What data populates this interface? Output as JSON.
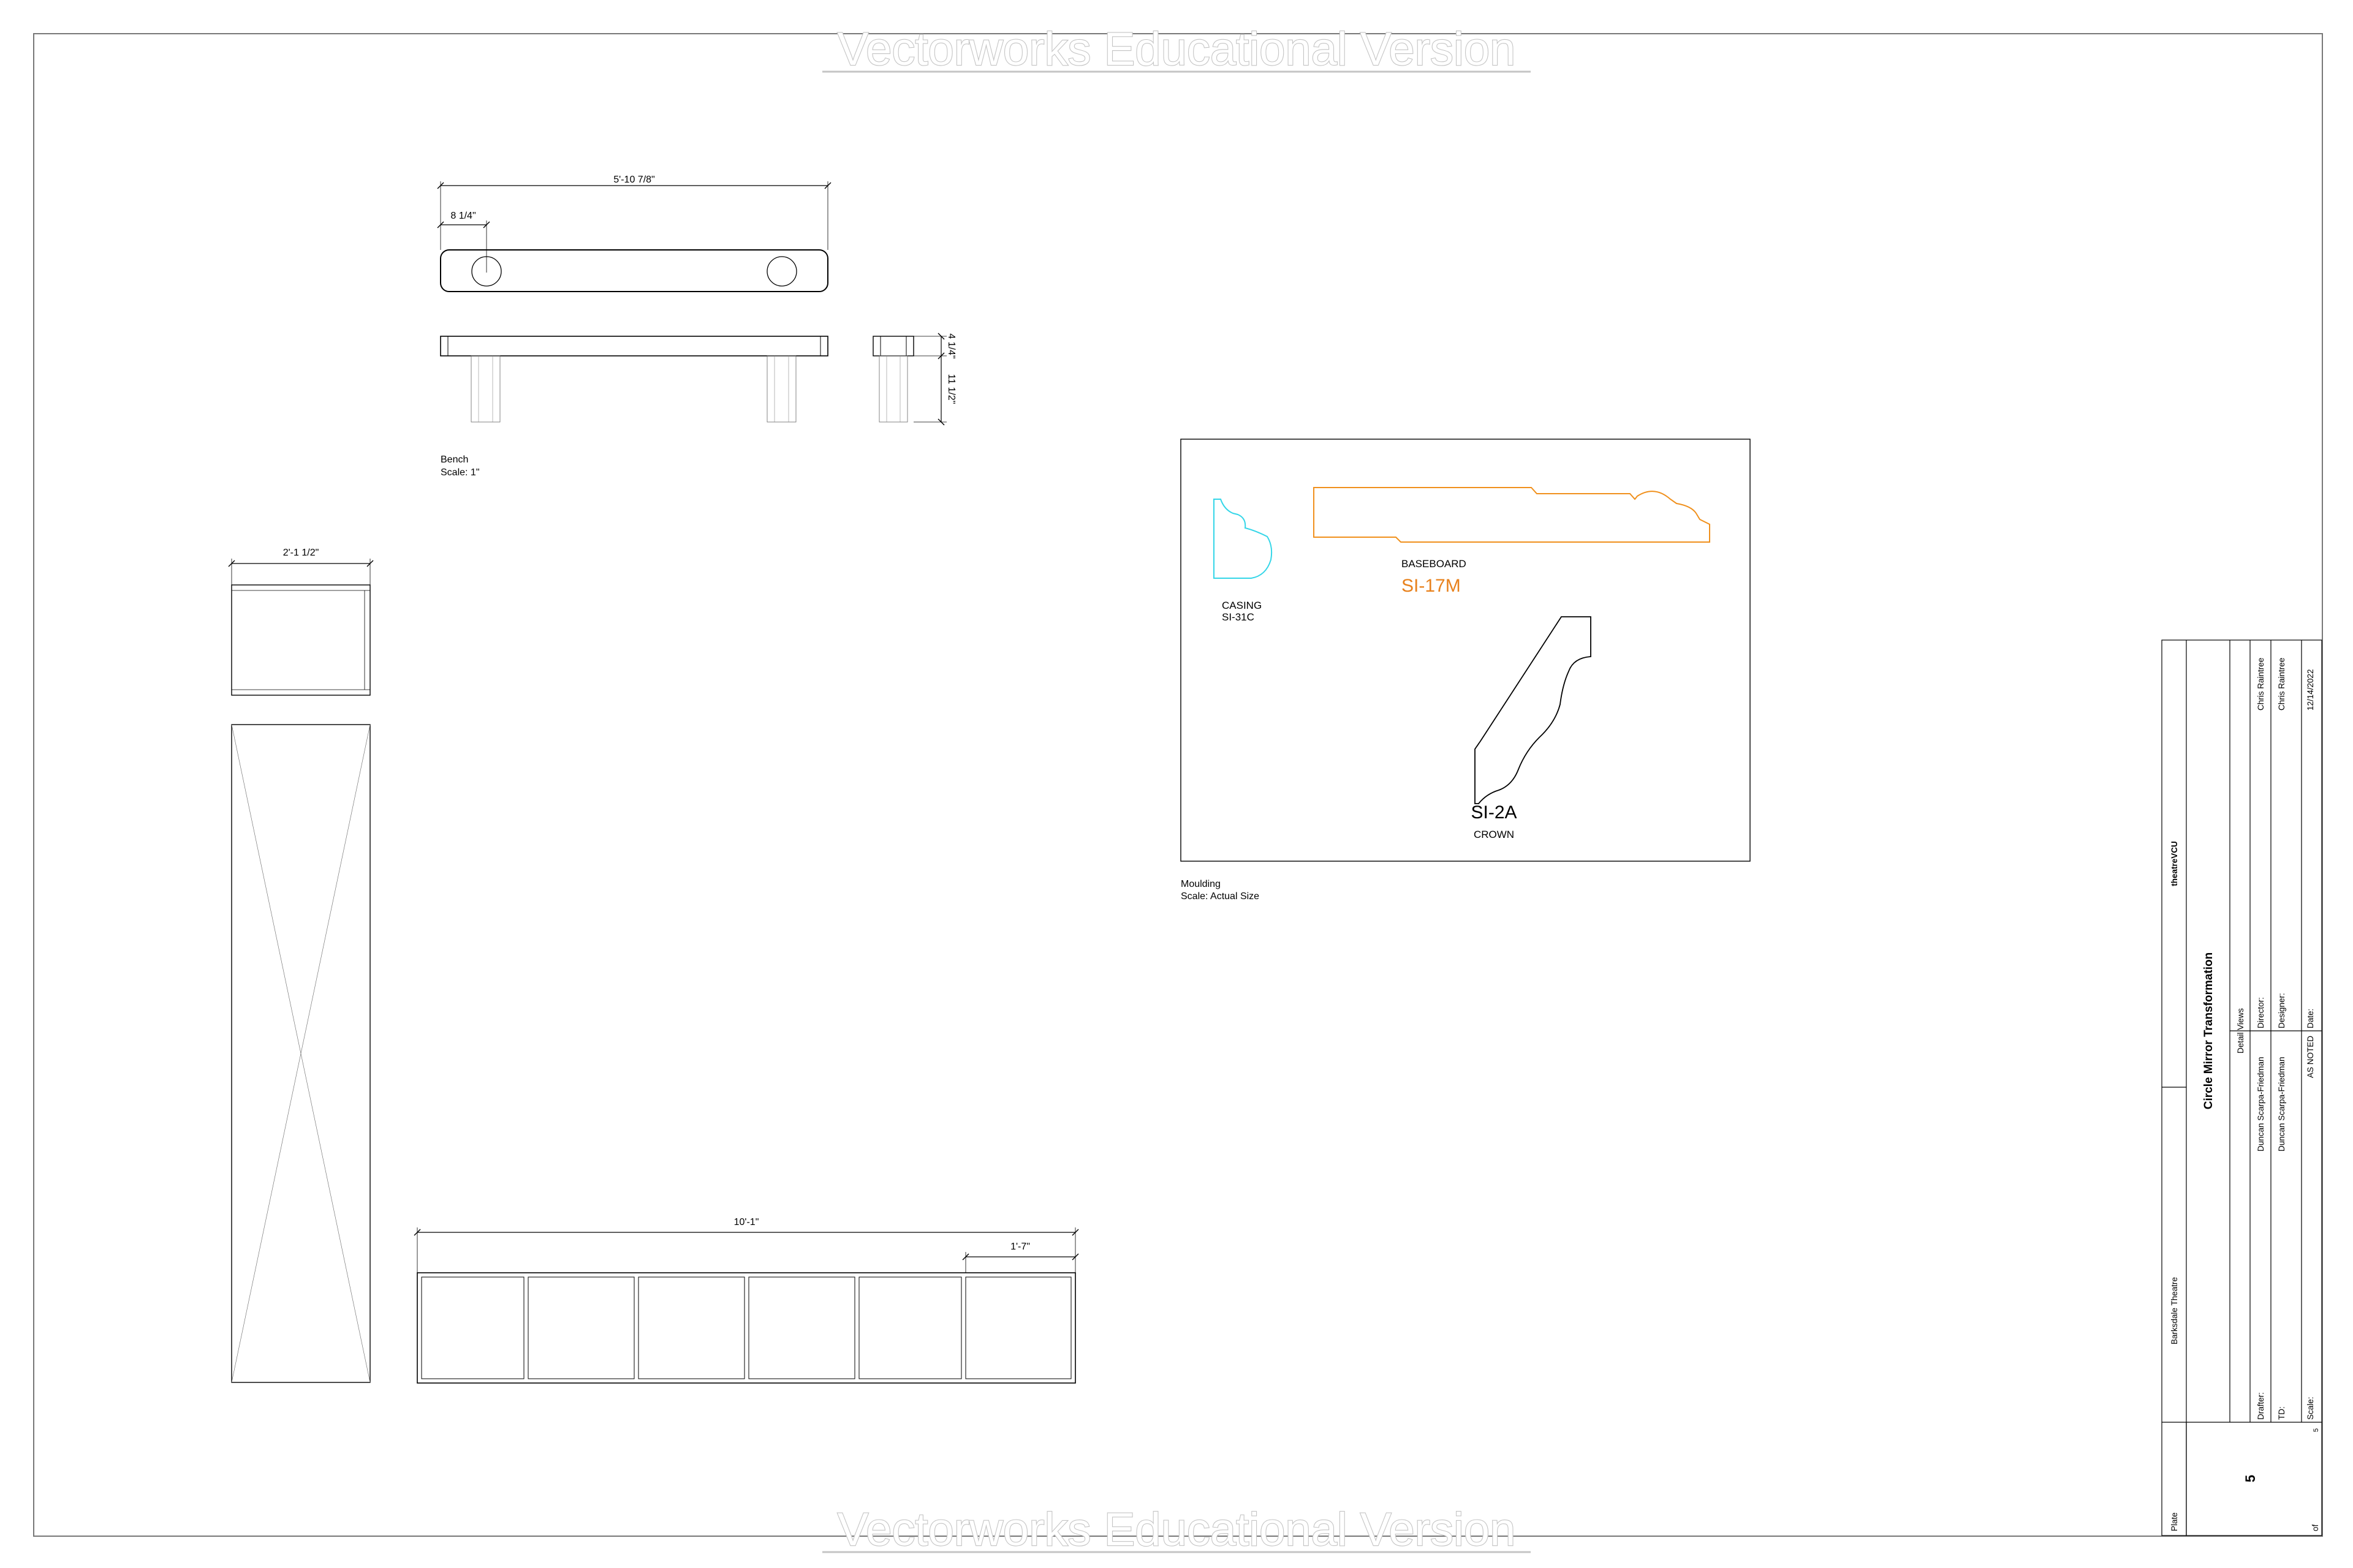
{
  "watermark": "Vectorworks Educational Version",
  "bench": {
    "dim_length": "5'-10 7/8\"",
    "dim_leg_offset": "8 1/4\"",
    "dim_top_thickness": "4 1/4\"",
    "dim_leg_height": "11 1/2\"",
    "title": "Bench",
    "scale": "Scale: 1\""
  },
  "cabinet": {
    "dim_width": "2'-1 1/2\""
  },
  "shelf_unit": {
    "dim_total": "10'-1\"",
    "dim_bay": "1'-7\""
  },
  "moulding": {
    "casing_label": "CASING",
    "casing_code": "SI-31C",
    "baseboard_label": "BASEBOARD",
    "baseboard_code": "SI-17M",
    "crown_code": "SI-2A",
    "crown_label": "CROWN",
    "title": "Moulding",
    "scale": "Scale: Actual Size",
    "colors": {
      "casing": "#35d6e8",
      "baseboard": "#f0901c",
      "baseboard_code": "#e8811c",
      "crown": "#000000"
    }
  },
  "title_block": {
    "company": "theatreVCU",
    "production": "Circle Mirror Transformation",
    "sheet_title": "Detail Views",
    "venue": "Barksdale Theatre",
    "drafter_label": "Drafter:",
    "drafter": "Duncan Scarpa-Friedman",
    "director_label": "Director:",
    "director": "Chris Raintree",
    "td_label": "TD:",
    "td": "Duncan Scarpa-Friedman",
    "designer_label": "Designer:",
    "designer": "Chris Raintree",
    "scale_label": "Scale:",
    "scale": "AS NOTED",
    "date_label": "Date:",
    "date": "12/14/2022",
    "plate_label": "Plate",
    "plate": "5",
    "of_label": "of",
    "total_plates": "5"
  }
}
